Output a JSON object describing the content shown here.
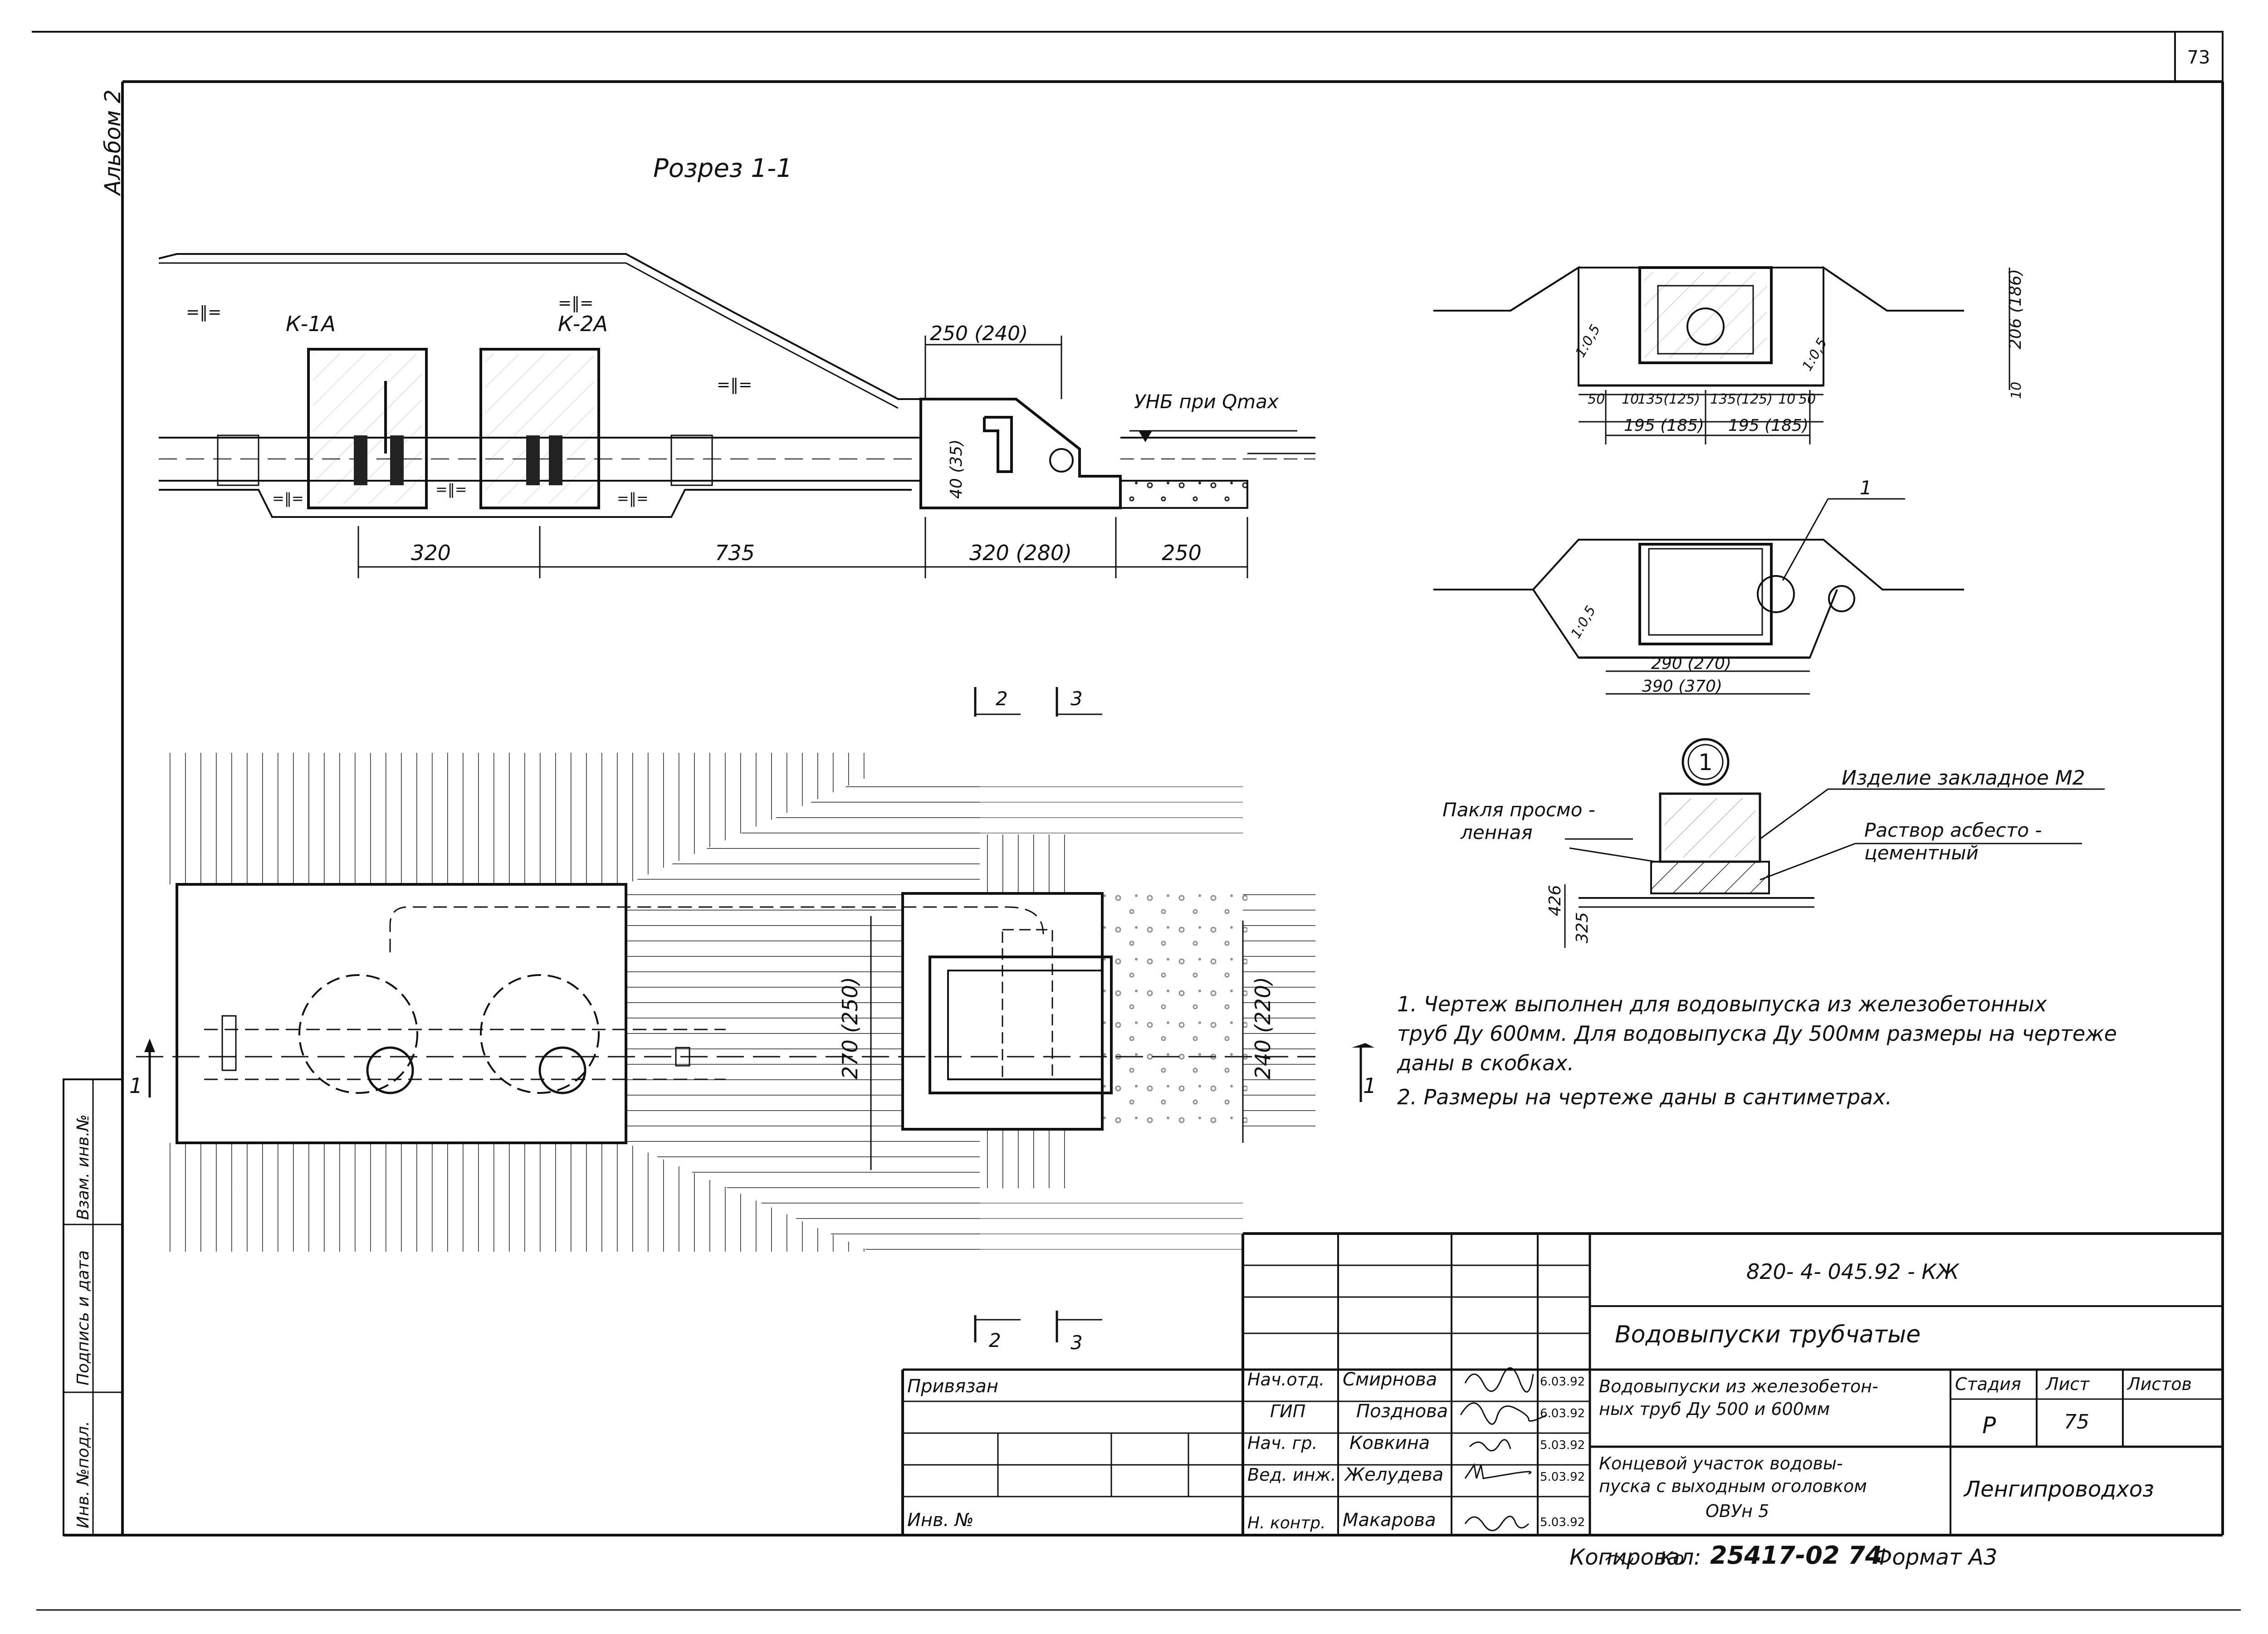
{
  "sheet": {
    "page_number": "73",
    "album": "Альбом 2",
    "section_title": "Розрез 1-1"
  },
  "side_stamp": {
    "inv_podl": "Инв. №подл.",
    "sign_date": "Подпись и дата",
    "vzam_inv": "Взам. инв.№"
  },
  "section": {
    "wells": [
      "К-1А",
      "К-2А"
    ],
    "water_level": "УНБ при Qmax",
    "dims_bottom": [
      "320",
      "735",
      "320 (280)",
      "250"
    ],
    "dim_top": "250 (240)",
    "dim_side": "40 (35)",
    "hatch_marks": [
      "=‖=",
      "=‖=",
      "=‖=",
      "=‖=",
      "=‖=",
      "=‖="
    ]
  },
  "cross_section_a": {
    "dims_small": [
      "50",
      "10",
      "135(125)",
      "135(125)",
      "10",
      "50"
    ],
    "dims_large": [
      "195 (185)",
      "195 (185)"
    ],
    "height": "206 (186)",
    "base": "10",
    "slope_left": "1:0,5",
    "slope_right": "1:0,5"
  },
  "cross_section_b": {
    "callout": "1",
    "dim_inner": "290 (270)",
    "dim_outer": "390 (370)",
    "slope": "1:0,5"
  },
  "detail": {
    "marker": "1",
    "label_embed": "Изделие закладное М2",
    "label_tow": [
      "Пакля просмо -",
      "ленная"
    ],
    "label_mortar": [
      "Раствор асбесто -",
      "цементный"
    ],
    "dim_a": "426",
    "dim_b": "325"
  },
  "section_marks": {
    "mark_2": "2",
    "mark_3": "3",
    "mark_1": "1"
  },
  "plan": {
    "dim_width": "270 (250)",
    "dim_width_2": "240 (220)"
  },
  "notes": [
    "1. Чертеж выполнен для водовыпуска из железобетонных",
    "труб Ду 600мм. Для водовыпуска Ду 500мм размеры на чертеже",
    "даны в скобках.",
    "2. Размеры на чертеже даны в сантиметрах."
  ],
  "title_block": {
    "code": "820- 4- 045.92 - КЖ",
    "series": "Водовыпуски трубчатые",
    "subject": [
      "Водовыпуски из железобетон-",
      "ных труб Ду 500 и 600мм"
    ],
    "sheet_title": [
      "Концевой участок водовы-",
      "пуска с выходным оголовком",
      "ОВУн 5"
    ],
    "stage_label": "Стадия",
    "sheet_label": "Лист",
    "sheets_label": "Листов",
    "stage": "Р",
    "sheet": "75",
    "org": "Ленгипроводхоз",
    "bound": "Привязан",
    "inv": "Инв. №",
    "roles": [
      {
        "role": "Нач.отд.",
        "name": "Смирнова",
        "date": "6.03.92"
      },
      {
        "role": "ГИП",
        "name": "Позднова",
        "date": "6.03.92"
      },
      {
        "role": "Нач. гр.",
        "name": "Ковкина",
        "date": "5.03.92"
      },
      {
        "role": "Вед. инж.",
        "name": "Желудева",
        "date": "5.03.92"
      },
      {
        "role": "Н. контр.",
        "name": "Макарова",
        "date": "5.03.92"
      }
    ],
    "copied": "Копировал:",
    "copied_sig": "Ко",
    "copied_num": "25417-02 74",
    "format": "Формат А3"
  }
}
